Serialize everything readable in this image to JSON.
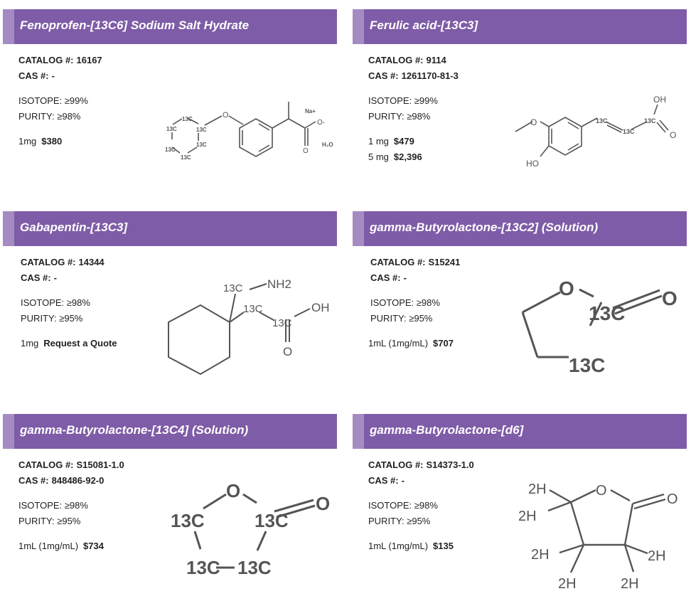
{
  "labels": {
    "catalog": "CATALOG #:",
    "cas": "CAS #:",
    "isotope": "ISOTOPE:",
    "purity": "PURITY:"
  },
  "colors": {
    "header": "#7E5CA7",
    "header_accent": "#A48BC2",
    "structure": "#555555"
  },
  "products": [
    {
      "name": "Fenoprofen-[13C6] Sodium Salt Hydrate",
      "catalog": "16167",
      "cas": "-",
      "isotope": "≥99%",
      "purity": "≥98%",
      "prices": [
        {
          "size": "1mg",
          "price": "$380"
        }
      ],
      "structure": {
        "c13": "13C",
        "na": "Na+",
        "o": "O",
        "h2o": "H₂O",
        "o_minus": "O-"
      }
    },
    {
      "name": "Ferulic acid-[13C3]",
      "catalog": "9114",
      "cas": "1261170-81-3",
      "isotope": "≥99%",
      "purity": "≥98%",
      "prices": [
        {
          "size": "1 mg",
          "price": "$479"
        },
        {
          "size": "5 mg",
          "price": "$2,396"
        }
      ],
      "structure": {
        "c13": "13C",
        "o": "O",
        "oh": "OH",
        "ho": "HO"
      }
    },
    {
      "name": "Gabapentin-[13C3]",
      "catalog": "14344",
      "cas": "-",
      "isotope": "≥98%",
      "purity": "≥95%",
      "prices": [
        {
          "size": "1mg",
          "price": "Request a Quote"
        }
      ],
      "structure": {
        "c13": "13C",
        "nh2": "NH2",
        "oh": "OH",
        "o": "O"
      }
    },
    {
      "name": "gamma-Butyrolactone-[13C2] (Solution)",
      "catalog": "S15241",
      "cas": "-",
      "isotope": "≥98%",
      "purity": "≥95%",
      "prices": [
        {
          "size": "1mL (1mg/mL)",
          "price": "$707"
        }
      ],
      "structure": {
        "c13": "13C",
        "o": "O"
      }
    },
    {
      "name": "gamma-Butyrolactone-[13C4] (Solution)",
      "catalog": "S15081-1.0",
      "cas": "848486-92-0",
      "isotope": "≥98%",
      "purity": "≥95%",
      "prices": [
        {
          "size": "1mL (1mg/mL)",
          "price": "$734"
        }
      ],
      "structure": {
        "c13": "13C",
        "o": "O"
      }
    },
    {
      "name": "gamma-Butyrolactone-[d6]",
      "catalog": "S14373-1.0",
      "cas": "-",
      "isotope": "≥98%",
      "purity": "≥95%",
      "prices": [
        {
          "size": "1mL (1mg/mL)",
          "price": "$135"
        }
      ],
      "structure": {
        "d": "2H",
        "o": "O"
      }
    }
  ]
}
